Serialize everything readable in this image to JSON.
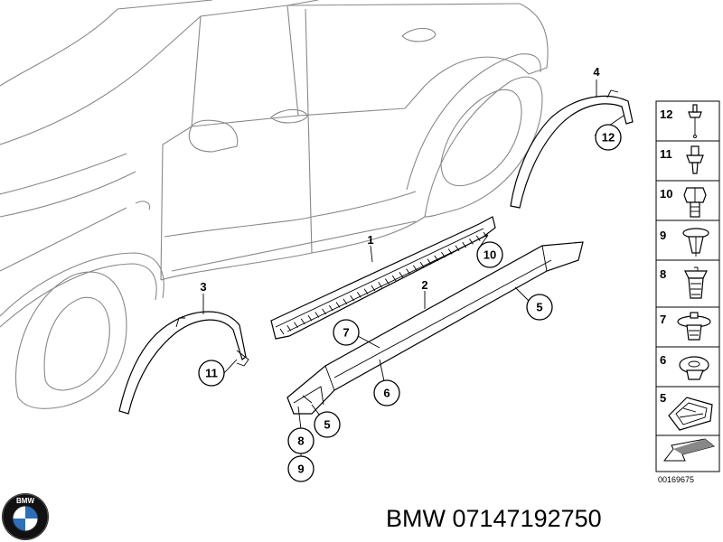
{
  "diagram": {
    "callouts": [
      {
        "id": "c1",
        "label": "1"
      },
      {
        "id": "c2",
        "label": "2"
      },
      {
        "id": "c3",
        "label": "3"
      },
      {
        "id": "c4",
        "label": "4"
      },
      {
        "id": "c5a",
        "label": "5"
      },
      {
        "id": "c5b",
        "label": "5"
      },
      {
        "id": "c6",
        "label": "6"
      },
      {
        "id": "c7",
        "label": "7"
      },
      {
        "id": "c8",
        "label": "8"
      },
      {
        "id": "c9",
        "label": "9"
      },
      {
        "id": "c10",
        "label": "10"
      },
      {
        "id": "c11",
        "label": "11"
      },
      {
        "id": "c12",
        "label": "12"
      }
    ],
    "legend": [
      {
        "label": "12",
        "icon": "push-rivet-icon"
      },
      {
        "label": "11",
        "icon": "clip-pin-icon"
      },
      {
        "label": "10",
        "icon": "hex-bolt-icon"
      },
      {
        "label": "9",
        "icon": "expanding-rivet-icon"
      },
      {
        "label": "8",
        "icon": "spreader-clip-icon"
      },
      {
        "label": "7",
        "icon": "trim-clip-icon"
      },
      {
        "label": "6",
        "icon": "clip-nut-icon"
      },
      {
        "label": "5",
        "icon": "mounting-bracket-icon"
      }
    ],
    "doc_number": "00169675"
  },
  "brand": {
    "logo_text": "BMW",
    "caption": "BMW 07147192750"
  }
}
